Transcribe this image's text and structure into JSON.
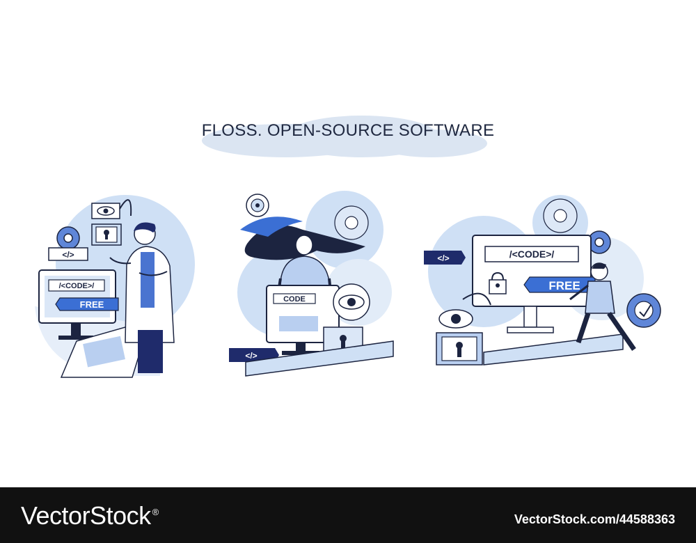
{
  "heading": "FLOSS. OPEN-SOURCE SOFTWARE",
  "scenes": [
    {
      "code_label": "/<CODE>/",
      "free_label": "FREE",
      "tag_label": "</>"
    },
    {
      "code_label": "CODE",
      "tag_label": "</>"
    },
    {
      "code_label": "/<CODE>/",
      "free_label": "FREE",
      "tag_label": "</>"
    }
  ],
  "footer": {
    "brand": "VectorStock",
    "brand_mark": "®",
    "image_id": "VectorStock.com/44588363"
  },
  "colors": {
    "accent_blue": "#3b6fd4",
    "light_blue": "#cfe0f5",
    "navy": "#1f2b6b",
    "outline": "#1c2440",
    "footer_bg": "#111111"
  }
}
